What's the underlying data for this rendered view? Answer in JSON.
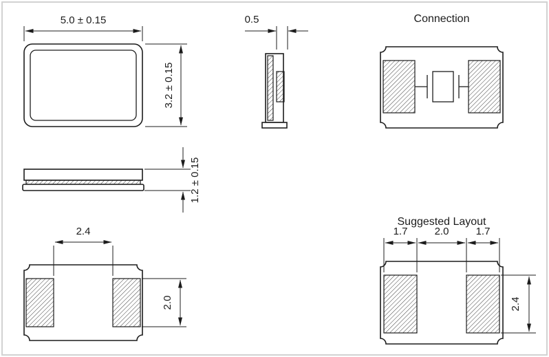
{
  "colors": {
    "line": "#1c1c1c",
    "background": "#ffffff",
    "frame_border": "#d2d2d2"
  },
  "views": {
    "top_view": {
      "width_dim": "5.0 ± 0.15",
      "height_dim": "3.2 ± 0.15"
    },
    "side_view": {
      "width_dim": "0.5"
    },
    "connection": {
      "title": "Connection"
    },
    "profile_view": {
      "thickness_dim": "1.2 ± 0.15"
    },
    "bottom_view": {
      "pad_gap_dim": "2.4",
      "pad_height_dim": "2.0"
    },
    "suggested_layout": {
      "title": "Suggested Layout",
      "pad_width_left_dim": "1.7",
      "pad_gap_dim": "2.0",
      "pad_width_right_dim": "1.7",
      "pad_height_dim": "2.4"
    }
  }
}
